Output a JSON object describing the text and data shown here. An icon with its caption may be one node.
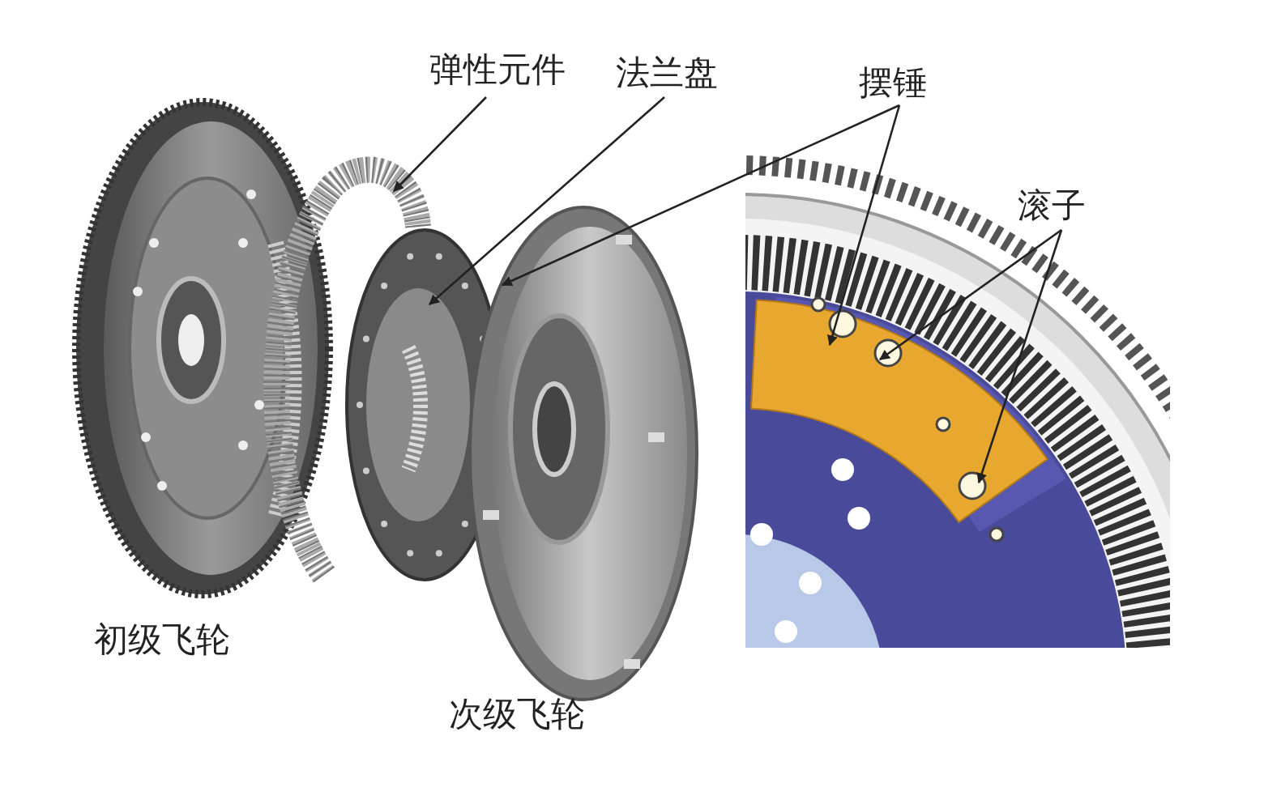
{
  "diagram": {
    "nodes": [
      {
        "text": [
          "弹性元件"
        ]
      },
      {
        "text": [
          "法兰盘"
        ]
      },
      {
        "text": [
          "摆锤"
        ]
      },
      {
        "text": [
          "滚子"
        ]
      }
    ],
    "edges": [
      {
        "from": 0,
        "to": null,
        "arrow": "to"
      },
      {
        "from": 1,
        "to": null,
        "arrow": "to"
      },
      {
        "from": 2,
        "to": null,
        "arrow": "to"
      },
      {
        "from": 2,
        "to": null,
        "arrow": "to"
      },
      {
        "from": 3,
        "to": null,
        "arrow": "to"
      },
      {
        "from": 3,
        "to": null,
        "arrow": "to"
      }
    ],
    "labels": [
      "初级飞轮",
      "次级飞轮"
    ]
  }
}
